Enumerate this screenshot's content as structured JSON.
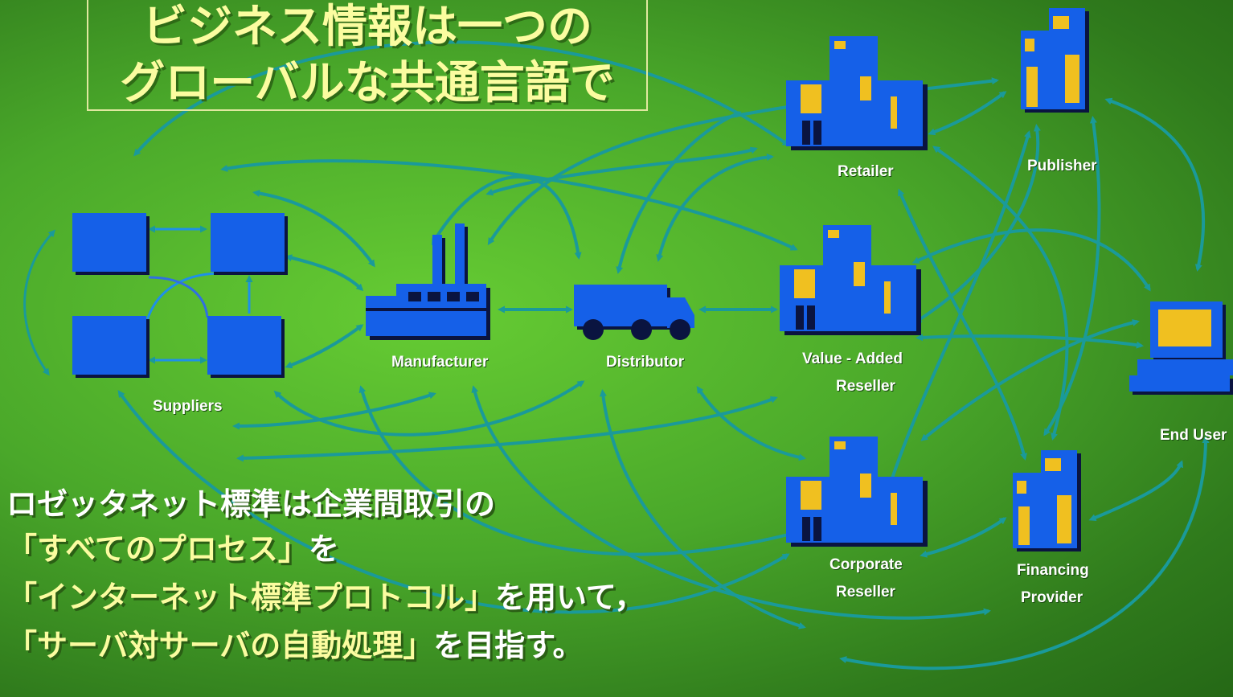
{
  "title": {
    "line1": "ビジネス情報は一つの",
    "line2": "グローバルな共通言語で"
  },
  "nodes": {
    "suppliers": "Suppliers",
    "manufacturer": "Manufacturer",
    "distributor": "Distributor",
    "retailer": "Retailer",
    "publisher": "Publisher",
    "var_line1": "Value  -   Added",
    "var_line2": "Reseller",
    "end_user": "End User",
    "corp_line1": "Corporate",
    "corp_line2": "Reseller",
    "fin_line1": "Financing",
    "fin_line2": "Provider"
  },
  "body": {
    "line1": "ロゼッタネット標準は企業間取引の",
    "line2_hl": "「すべてのプロセス」",
    "line2_rest": "を",
    "line3_hl": "「インターネット標準プロトコル」",
    "line3_rest": "を用いて，",
    "line4_hl": "「サーバ対サーバの自動処理」",
    "line4_rest": "を目指す。"
  },
  "colors": {
    "arrow": "#1a9a9a",
    "icon_blue": "#1560e8",
    "window_yellow": "#f0c020",
    "title_yellow": "#fbfca0"
  }
}
